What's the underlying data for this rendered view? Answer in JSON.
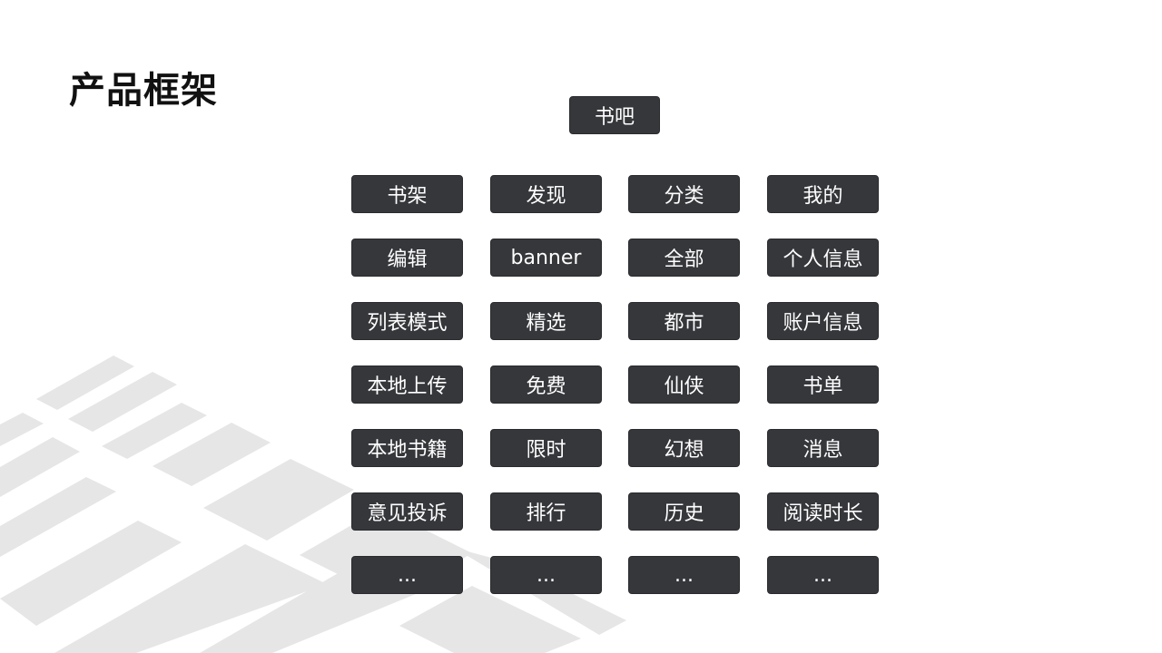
{
  "page": {
    "title": "产品框架"
  },
  "root": {
    "label": "书吧"
  },
  "columns": [
    {
      "label": "书架",
      "items": [
        "编辑",
        "列表模式",
        "本地上传",
        "本地书籍",
        "意见投诉",
        "..."
      ]
    },
    {
      "label": "发现",
      "items": [
        "banner",
        "精选",
        "免费",
        "限时",
        "排行",
        "..."
      ]
    },
    {
      "label": "分类",
      "items": [
        "全部",
        "都市",
        "仙侠",
        "幻想",
        "历史",
        "..."
      ]
    },
    {
      "label": "我的",
      "items": [
        "个人信息",
        "账户信息",
        "书单",
        "消息",
        "阅读时长",
        "..."
      ]
    }
  ],
  "colors": {
    "node_background": "#36373b",
    "node_text": "#ffffff",
    "title_text": "#111111",
    "decoration": "#e6e6e6"
  }
}
